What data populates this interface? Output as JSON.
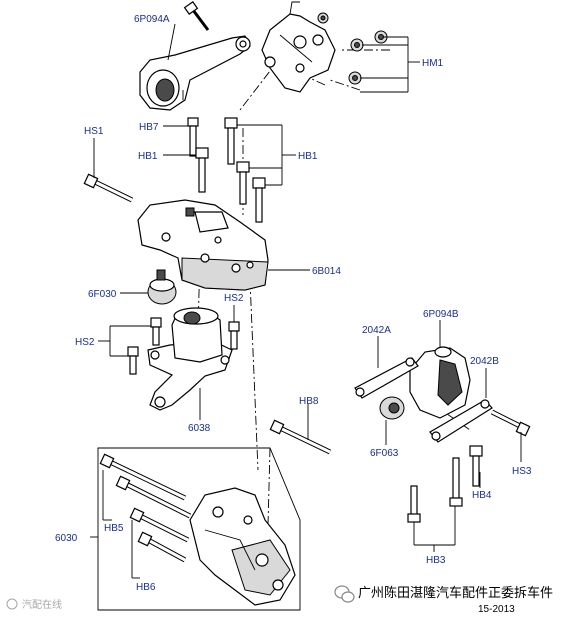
{
  "callouts": {
    "p6p094a": "6P094A",
    "hm1": "HM1",
    "hs1": "HS1",
    "hb7": "HB7",
    "hb1_left": "HB1",
    "hb1_right": "HB1",
    "p6b014": "6B014",
    "p6f030": "6F030",
    "hs2_right": "HS2",
    "hs2_left": "HS2",
    "p6038": "6038",
    "p2042a": "2042A",
    "p6p094b": "6P094B",
    "p2042b": "2042B",
    "hb8": "HB8",
    "p6f063": "6F063",
    "hs3": "HS3",
    "hb4": "HB4",
    "p6030": "6030",
    "hb5": "HB5",
    "hb6": "HB6",
    "hb3": "HB3"
  },
  "watermark": {
    "left_text": "汽配在线",
    "right_text": "广州陈田湛隆汽车配件正委拆车件"
  },
  "figure_code": "15-2013"
}
